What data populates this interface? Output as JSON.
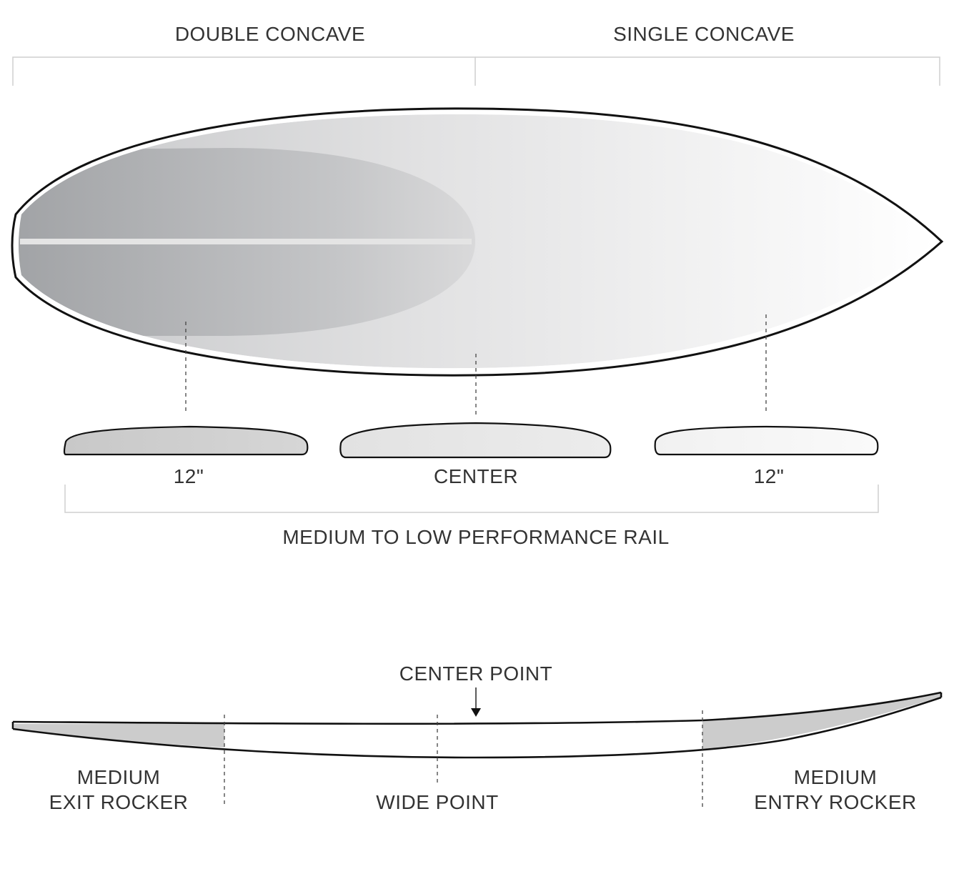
{
  "top_brackets": {
    "left_label": "DOUBLE CONCAVE",
    "right_label": "SINGLE CONCAVE"
  },
  "rail_sections": {
    "left_label": "12\"",
    "center_label": "CENTER",
    "right_label": "12\"",
    "summary_label": "MEDIUM TO LOW PERFORMANCE RAIL"
  },
  "rocker_profile": {
    "center_point_label": "CENTER POINT",
    "exit_rocker_line1": "MEDIUM",
    "exit_rocker_line2": "EXIT ROCKER",
    "wide_point_label": "WIDE POINT",
    "entry_rocker_line1": "MEDIUM",
    "entry_rocker_line2": "ENTRY ROCKER"
  },
  "colors": {
    "outline": "#111111",
    "bracket": "#cfcfcf",
    "concave_dark": "#a9abad",
    "board_light": "#f2f2f2",
    "rocker_fill": "#cccccc",
    "text": "#333333"
  }
}
